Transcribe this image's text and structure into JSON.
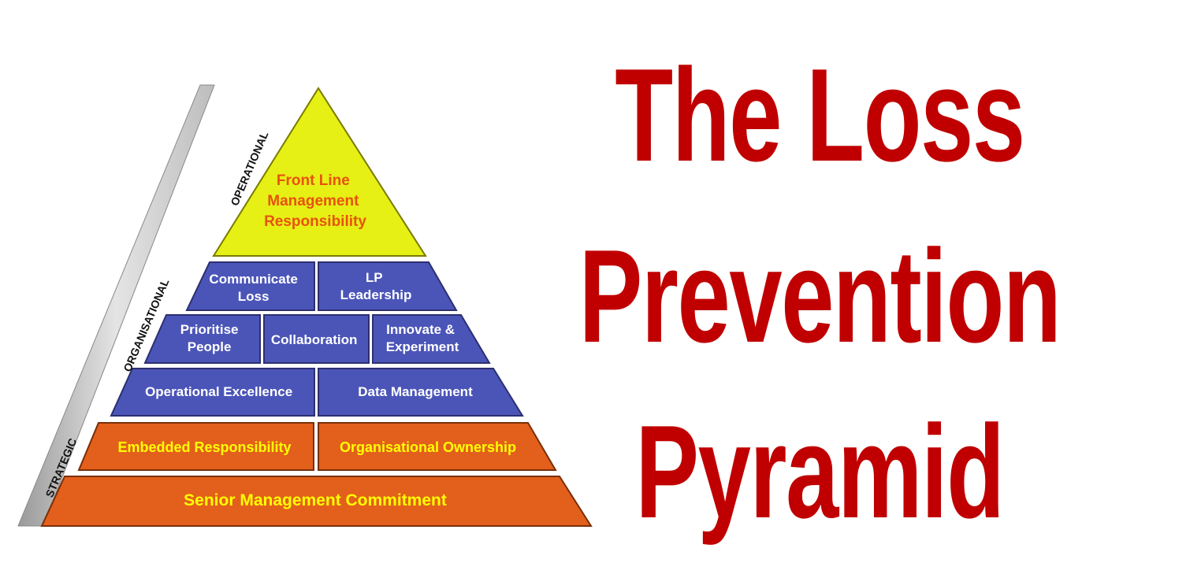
{
  "title": {
    "line1": "The Loss",
    "line2": "Prevention",
    "line3": "Pyramid"
  },
  "side_labels": {
    "operational": "OPERATIONAL",
    "organisational": "ORGANISATIONAL",
    "strategic": "STRATEGIC"
  },
  "pyramid": {
    "apex": [
      "Front Line",
      "Management",
      "Responsibility"
    ],
    "org_row1": {
      "left": [
        "Communicate",
        "Loss"
      ],
      "right": [
        "LP",
        "Leadership"
      ]
    },
    "org_row2": {
      "left": [
        "Prioritise",
        "People"
      ],
      "middle": "Collaboration",
      "right": [
        "Innovate &",
        "Experiment"
      ]
    },
    "org_row3": {
      "left": "Operational Excellence",
      "right": "Data Management"
    },
    "strat_row1": {
      "left": "Embedded Responsibility",
      "right": "Organisational Ownership"
    },
    "strat_row2": "Senior Management Commitment"
  },
  "colors": {
    "title": "#c00000",
    "apex_fill": "#e6f014",
    "apex_text": "#e8520e",
    "org_fill": "#4b55b8",
    "org_text": "#ffffff",
    "strat_fill": "#e35f1c",
    "strat_text": "#ffff00",
    "side_band": "#d6d6d6"
  }
}
